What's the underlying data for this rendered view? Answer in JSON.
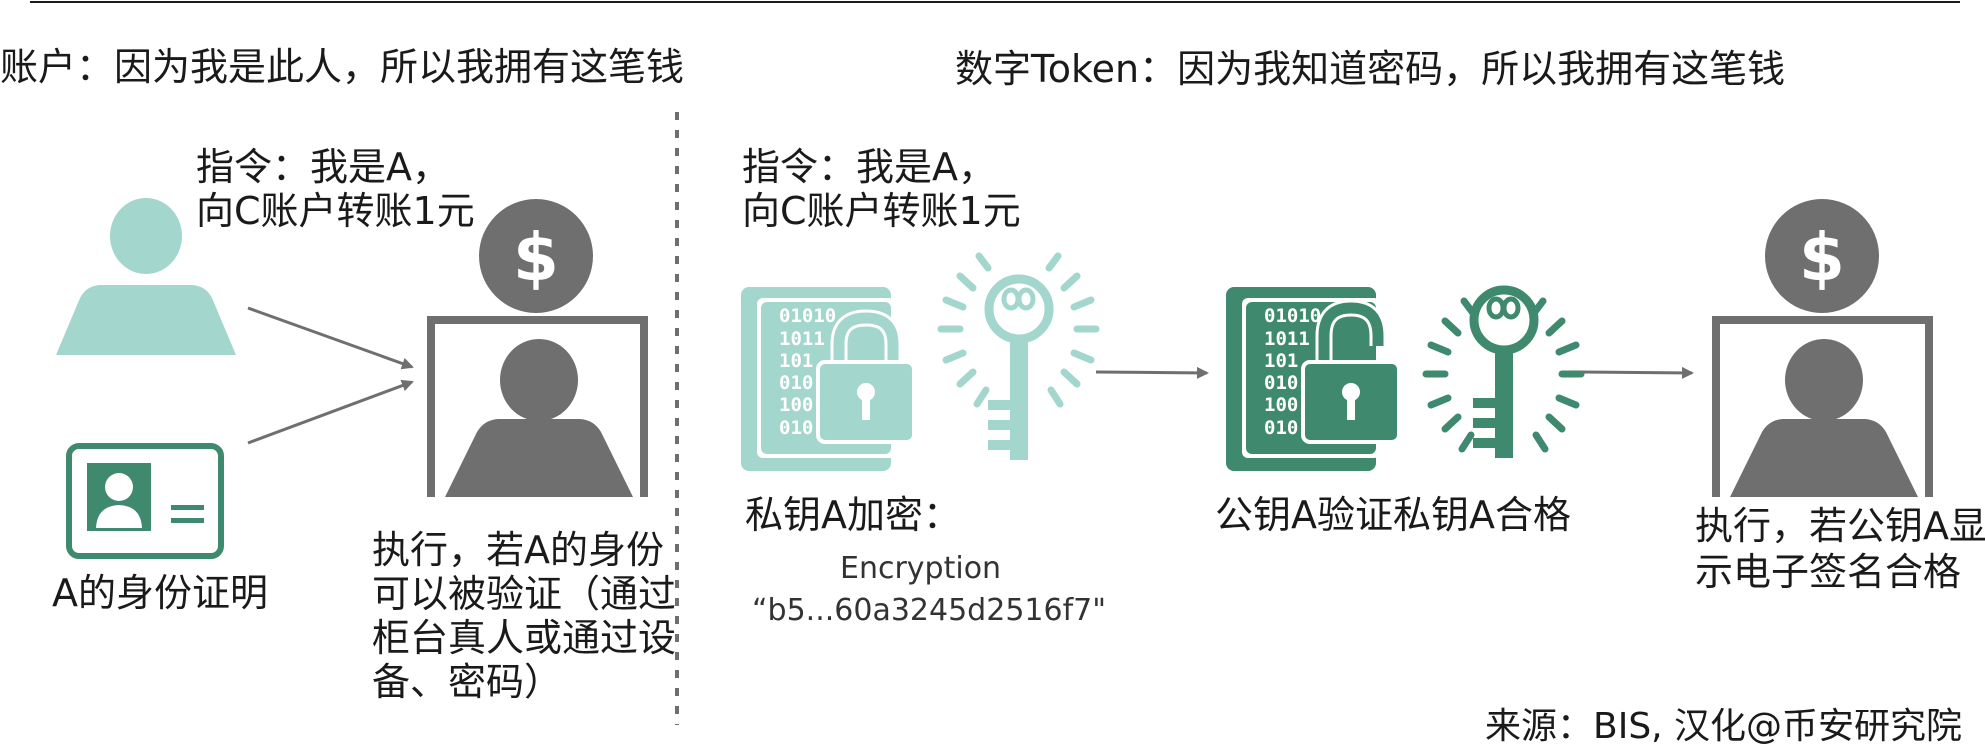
{
  "left_heading": "账户：因为我是此人，所以我拥有这笔钱",
  "right_heading": "数字Token：因为我知道密码，所以我拥有这笔钱",
  "left_instruction": [
    "指令：我是A，",
    "向C账户转账1元"
  ],
  "id_card_label": "A的身份证明",
  "left_exec": [
    "执行，若A的身份",
    "可以被验证（通过",
    "柜台真人或通过设",
    "备、密码）"
  ],
  "right_instruction": [
    "指令：我是A，",
    "向C账户转账1元"
  ],
  "encrypt_label": "私钥A加密：",
  "encryption_word": "Encryption",
  "encryption_value": "“b5...60a3245d2516f7\"",
  "verify_label": "公钥A验证私钥A合格",
  "right_exec": [
    "执行，若公钥A显",
    "示电子签名合格"
  ],
  "dollar_symbol": "$",
  "binary_lines": [
    "01010",
    "1011",
    "101",
    "010",
    "100",
    "010"
  ],
  "source": "来源：BIS, 汉化@币安研究院",
  "colors": {
    "light_teal": "#a3d6cc",
    "dark_teal": "#3f8a6e",
    "gray": "#6f6f6f",
    "arrow": "#6f6f6f"
  }
}
